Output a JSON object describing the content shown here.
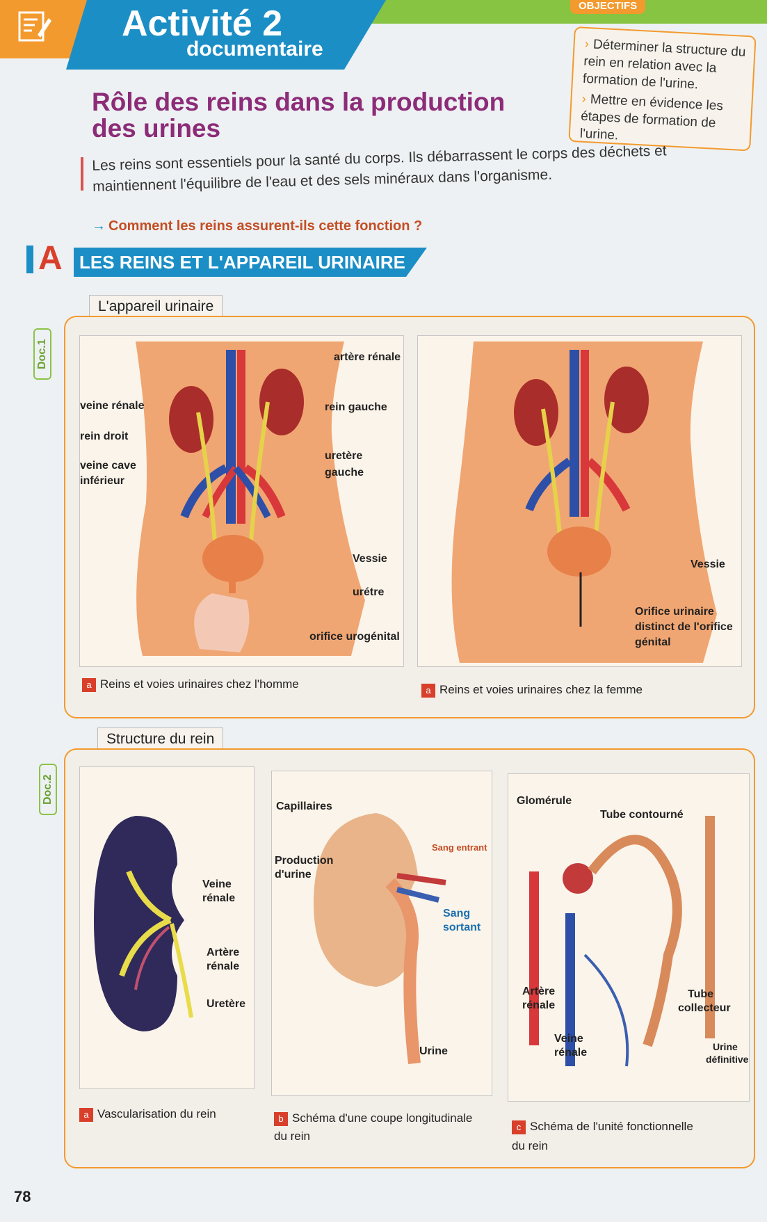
{
  "header": {
    "activity_title": "Activité 2",
    "activity_subtitle": "documentaire",
    "objectives_label": "OBJECTIFS",
    "objectives": [
      "Déterminer la structure du rein en relation avec la formation de l'urine.",
      "Mettre en évidence les étapes de formation de l'urine."
    ],
    "colors": {
      "orange": "#f39a2e",
      "blue": "#1b8ec6",
      "green": "#86c441",
      "purple": "#8c2c78"
    }
  },
  "title": "Rôle des reins dans la production des urines",
  "intro": "Les reins sont essentiels pour la santé du corps. Ils débarrassent le corps des déchets et maintiennent l'équilibre de l'eau et des sels minéraux dans l'organisme.",
  "question": "Comment les reins assurent-ils cette fonction ?",
  "section": {
    "letter": "A",
    "title": "LES REINS ET L'APPAREIL URINAIRE"
  },
  "doc1": {
    "tag": "Doc.1",
    "title": "L'appareil urinaire",
    "male": {
      "labels": {
        "arterie_renale": "artère rénale",
        "veine_renale": "veine rénale",
        "rein_gauche": "rein gauche",
        "rein_droit": "rein droit",
        "veine_cave": "veine cave",
        "inferieur": "inférieur",
        "uretere": "uretère",
        "gauche": "gauche",
        "vessie": "Vessie",
        "uretre": "urétre",
        "orifice": "orifice urogénital"
      },
      "caption_badge": "a",
      "caption": "Reins et voies urinaires chez l'homme"
    },
    "female": {
      "labels": {
        "vessie": "Vessie",
        "orifice_1": "Orifice urinaire",
        "orifice_2": "distinct de l'orifice",
        "orifice_3": "génital"
      },
      "caption_badge": "a",
      "caption": "Reins et voies urinaires chez la femme"
    }
  },
  "doc2": {
    "tag": "Doc.2",
    "title": "Structure du rein",
    "panel_a": {
      "labels": {
        "veine": "Veine",
        "veine_r": "rénale",
        "artere": "Artère",
        "artere_r": "rénale",
        "uretere": "Uretère"
      },
      "caption_badge": "a",
      "caption": "Vascularisation du rein"
    },
    "panel_b": {
      "labels": {
        "capillaires": "Capillaires",
        "production": "Production",
        "urine_d": "d'urine",
        "sang_entrant": "Sang entrant",
        "sang": "Sang",
        "sortant": "sortant",
        "urine": "Urine"
      },
      "caption_badge": "b",
      "caption": "Schéma d'une coupe longitudinale",
      "caption2": "du rein"
    },
    "panel_c": {
      "labels": {
        "glomerule": "Glomérule",
        "tube_contourne": "Tube contourné",
        "artere": "Artère",
        "artere_r": "rénale",
        "veine": "Veine",
        "veine_r": "rénale",
        "tube": "Tube",
        "collecteur": "collecteur",
        "urine": "Urine",
        "definitive": "définitive"
      },
      "caption_badge": "c",
      "caption": "Schéma de l'unité fonctionnelle",
      "caption2": "du rein"
    }
  },
  "page_number": "78"
}
